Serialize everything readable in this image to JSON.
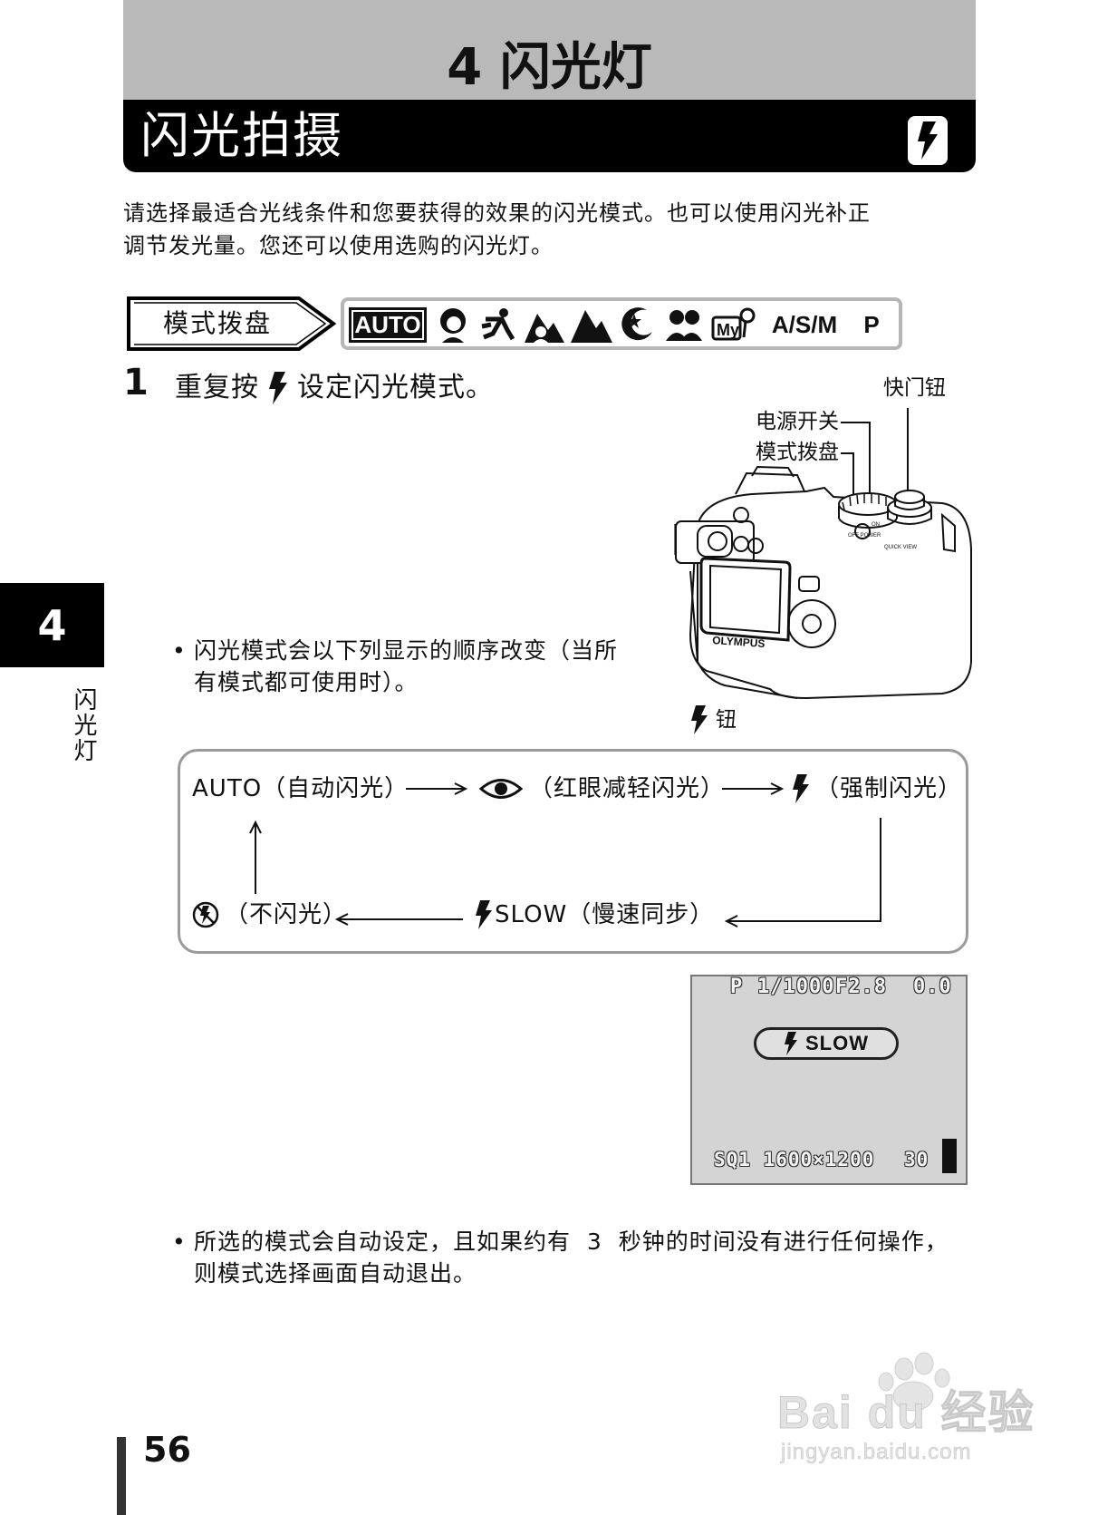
{
  "header": {
    "chapter_title": "4 闪光灯",
    "section_title": "闪光拍摄"
  },
  "intro": {
    "line1": "请选择最适合光线条件和您要获得的效果的闪光模式。也可以使用闪光补正",
    "line2": "调节发光量。您还可以使用选购的闪光灯。"
  },
  "mode_dial": {
    "label": "模式拨盘",
    "icons": [
      "AUTO",
      "portrait-icon",
      "sports-icon",
      "landscape-portrait-icon",
      "landscape-icon",
      "night-scene-icon",
      "self-portrait-icon",
      "my-mode-icon",
      "A/S/M",
      "P"
    ]
  },
  "step": {
    "number": "1",
    "text_before": "重复按",
    "text_after": "设定闪光模式。"
  },
  "camera_callouts": {
    "shutter": "快门钮",
    "power": "电源开关",
    "mode_dial": "模式拨盘",
    "flash_button": "钮"
  },
  "notes": {
    "order_line1": "闪光模式会以下列显示的顺序改变（当所",
    "order_line2": "有模式都可使用时）。",
    "timeout_line1": "所选的模式会自动设定，且如果约有  3  秒钟的时间没有进行任何操作，",
    "timeout_line2": "则模式选择画面自动退出。"
  },
  "flash_cycle": {
    "auto": "AUTO（自动闪光）",
    "redeye": "（红眼减轻闪光）",
    "fill": "（强制闪光）",
    "slow": "SLOW（慢速同步）",
    "off": "（不闪光）"
  },
  "lcd": {
    "mode": "P",
    "shutter": "1/1000",
    "aperture": "F2.8",
    "exposure": "0.0",
    "badge": "SLOW",
    "quality": "SQ1 1600×1200",
    "shots": "30"
  },
  "sidebar": {
    "tab_number": "4",
    "tab_label": "闪光灯"
  },
  "footer": {
    "page_number": "56",
    "watermark_brand": "Bai du 经验",
    "watermark_url": "jingyan.baidu.com"
  }
}
